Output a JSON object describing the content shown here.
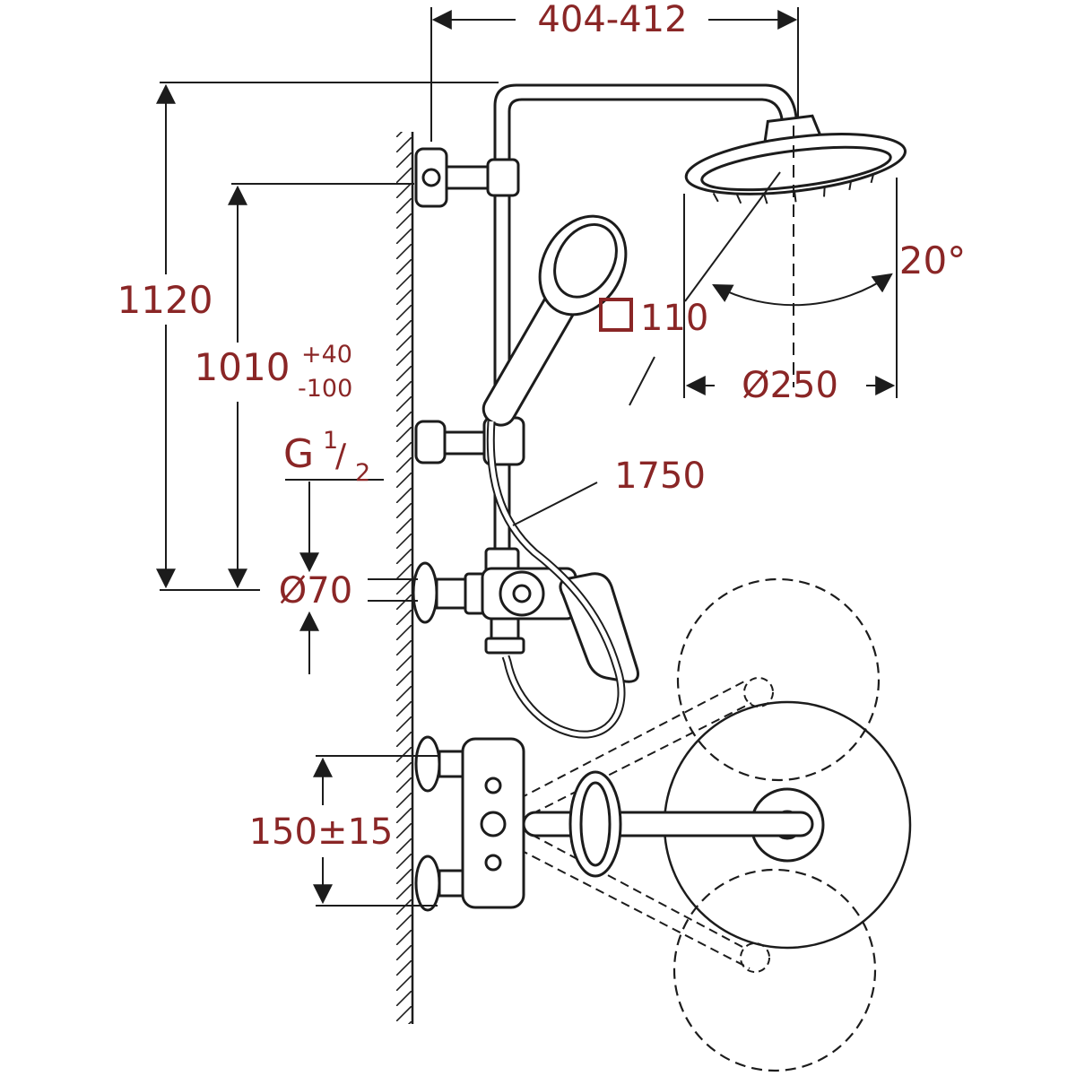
{
  "colors": {
    "line": "#1c1c1c",
    "dimension_text": "#8a2626",
    "background": "#ffffff"
  },
  "labels": {
    "top_width": "404-412",
    "total_height": "1120",
    "column_height_value": "1010",
    "column_height_tol_plus": "+40",
    "column_height_tol_minus": "-100",
    "head_tilt_angle": "20°",
    "head_diameter": "Ø250",
    "hand_shower_size": "110",
    "hose_length": "1750",
    "thread_letter": "G",
    "thread_numerator": "1",
    "thread_slash": "/",
    "thread_denominator": "2",
    "escutcheon_diameter": "Ø70",
    "inlet_height": "150±15"
  }
}
